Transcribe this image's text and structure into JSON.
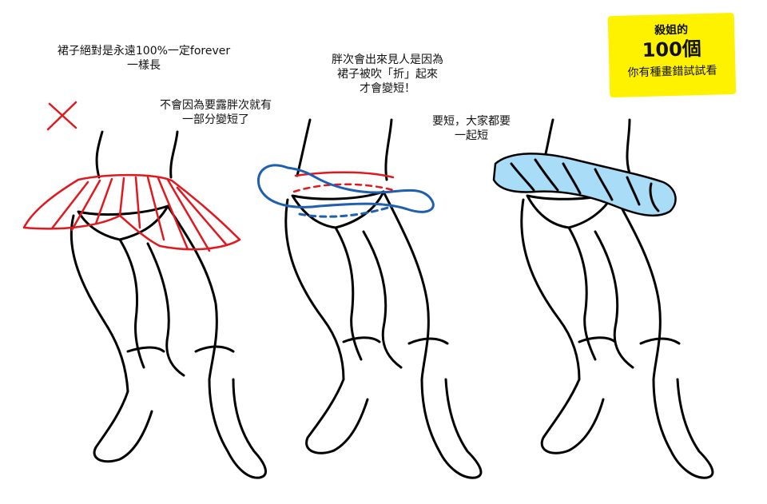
{
  "notes": {
    "left_title_line1": "裙子絕對是永遠100%一定forever",
    "left_title_line2": "一樣長",
    "left_sub_line1": "不會因為要露胖次就有",
    "left_sub_line2": "一部分變短了",
    "mid_line1": "胖次會出來見人是因為",
    "mid_line2": "裙子被吹「折」起來",
    "mid_line3": "才會變短！",
    "right_line1": "要短，大家都要",
    "right_line2": "一起短"
  },
  "badge": {
    "line1": "殺姐的",
    "line2": "100個",
    "line3": "你有種畫錯試試看",
    "color": "#fff200"
  },
  "mark_wrong_symbol": "X",
  "colors": {
    "wrong_red": "#e0191f",
    "fold_blue_outline": "#1f5fb0",
    "skirt_fill_blue": "#a9dcf7",
    "ink": "#000000"
  },
  "figures": [
    "figure-wrong",
    "figure-fold-explained",
    "figure-correct"
  ]
}
